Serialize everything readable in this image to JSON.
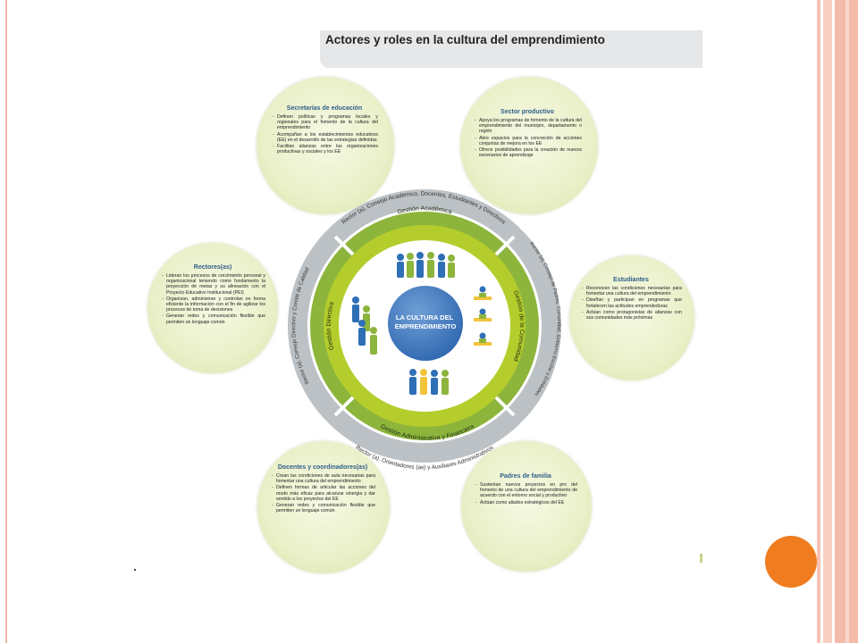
{
  "figure": {
    "title": "Actores y roles en la cultura del emprendimiento",
    "center_label": "LA CULTURA DEL EMPRENDIMIENTO",
    "ring_labels": {
      "top": "Gestión Académica",
      "left": "Gestión Directiva",
      "right": "Gestión de la Comunidad",
      "bottom": "Gestión Administrativa y Financiera"
    },
    "outer_ring_labels": {
      "top": "Rector (a), Consejo Académico, Docentes, Estudiantes y Directivos",
      "left": "Rector (a), Consejo Directivo y Comité de Calidad",
      "right": "Rector (a), Consejo de Padres, Comunidad, Gobierno Escolar y Entidades",
      "bottom": "Rector (a), Orientadores (as) y Auxiliares Administrativos"
    }
  },
  "actors": {
    "secretarias": {
      "title": "Secretarías de educación",
      "items": [
        "Definen políticas y programas locales y regionales para el fomento de la cultura del emprendimiento",
        "Acompañan a los establecimientos educativos (EE) en el desarrollo de las estrategias definidas",
        "Facilitan alianzas entre las organizaciones productivas y sociales y los EE"
      ]
    },
    "sector": {
      "title": "Sector productivo",
      "items": [
        "Apoya los programas de fomento de la cultura del emprendimiento del municipio, departamento o región",
        "Abre espacios para la concreción de acciones conjuntas de mejora en los EE",
        "Ofrece posibilidades para la creación de nuevos escenarios de aprendizaje"
      ]
    },
    "rectores": {
      "title": "Rectores(as)",
      "items": [
        "Lideran los procesos de crecimiento personal y organizacional teniendo como fundamento la proyección de metas y su alineación con el Proyecto Educativo Institucional (PEI)",
        "Organizan, administran y controlan en forma eficiente la información con el fin de agilizar los procesos de toma de decisiones",
        "Generan redes y comunicación flexible que permiten un lenguaje común"
      ]
    },
    "estudiantes": {
      "title": "Estudiantes",
      "items": [
        "Reconocen las condiciones necesarias para fomentar una cultura del emprendimiento",
        "Diseñan y participan en programas que fortalecen las actitudes emprendedoras",
        "Actúan como protagonistas de alianzas con sus comunidades más próximas"
      ]
    },
    "docentes": {
      "title": "Docentes y coordinadores(as)",
      "items": [
        "Crean las condiciones de aula necesarias para fomentar una cultura del emprendimiento",
        "Definen formas de articular las acciones del modo más eficaz para alcanzar sinergia y dar sentido a los proyectos del EE",
        "Generan redes y comunicación flexible que permiten un lenguaje común"
      ]
    },
    "padres": {
      "title": "Padres de familia",
      "items": [
        "Sustentan nuevos proyectos en pro del fomento de una cultura del emprendimiento de acuerdo con el entorno social y productivo",
        "Actúan como aliados estratégicos del EE"
      ]
    }
  },
  "colors": {
    "ring_green": "#8db53c",
    "ring_inner_green": "#b5cd2c",
    "ring_grey": "#bcc1c5",
    "center_blue": "#2f67b0",
    "actor_bg": "#eaf0c9",
    "accent_orange": "#ef7d1f",
    "frame_pink": "#f4bba9"
  }
}
